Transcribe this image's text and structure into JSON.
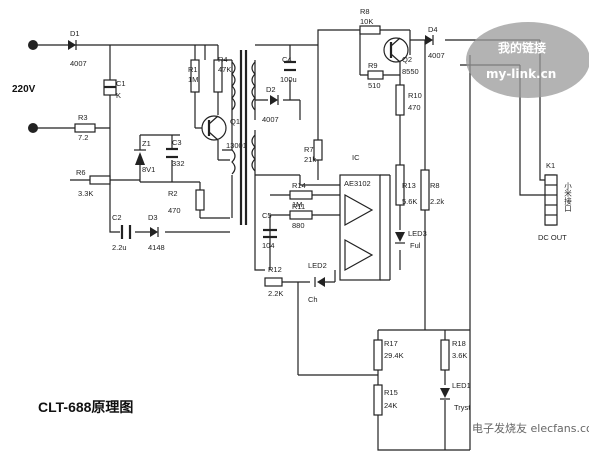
{
  "title": "CLT-688原理图",
  "input_voltage": "220V",
  "ic_label": "IC",
  "ic_part": "AE3102",
  "dc_out": "DC OUT",
  "connector_label": "K1",
  "connector_side_text": "小米接口",
  "watermark_top": {
    "line1": "我的链接",
    "line2": "my-link.cn"
  },
  "watermark_bottom": "电子发烧友 elecfans.com",
  "parts": [
    {
      "ref": "D1",
      "value": "4007"
    },
    {
      "ref": "C1",
      "value": "K"
    },
    {
      "ref": "R1",
      "value": "1M"
    },
    {
      "ref": "R4",
      "value": "47K"
    },
    {
      "ref": "Q1",
      "value": "13001"
    },
    {
      "ref": "R3",
      "value": "7.2"
    },
    {
      "ref": "Z1",
      "value": "8V1"
    },
    {
      "ref": "C3",
      "value": "332"
    },
    {
      "ref": "R6",
      "value": "3.3K"
    },
    {
      "ref": "R2",
      "value": "470"
    },
    {
      "ref": "C2",
      "value": "2.2u"
    },
    {
      "ref": "D3",
      "value": "4148"
    },
    {
      "ref": "C4",
      "value": "100u"
    },
    {
      "ref": "D2",
      "value": "4007"
    },
    {
      "ref": "R7",
      "value": "21k"
    },
    {
      "ref": "R8",
      "value": "10K"
    },
    {
      "ref": "Q2",
      "value": "8550"
    },
    {
      "ref": "R9",
      "value": "510"
    },
    {
      "ref": "R10",
      "value": "470"
    },
    {
      "ref": "D4",
      "value": "4007"
    },
    {
      "ref": "R14",
      "value": "1M"
    },
    {
      "ref": "R11",
      "value": "880"
    },
    {
      "ref": "C5",
      "value": "104"
    },
    {
      "ref": "R13",
      "value": "5.6K"
    },
    {
      "ref": "R8",
      "value": "2.2k"
    },
    {
      "ref": "LED3",
      "value": "Ful"
    },
    {
      "ref": "R12",
      "value": "2.2K"
    },
    {
      "ref": "LED2",
      "value": "Ch"
    },
    {
      "ref": "R17",
      "value": "29.4K"
    },
    {
      "ref": "R18",
      "value": "3.6K"
    },
    {
      "ref": "R15",
      "value": "24K"
    },
    {
      "ref": "LED1",
      "value": "Tryst"
    }
  ]
}
